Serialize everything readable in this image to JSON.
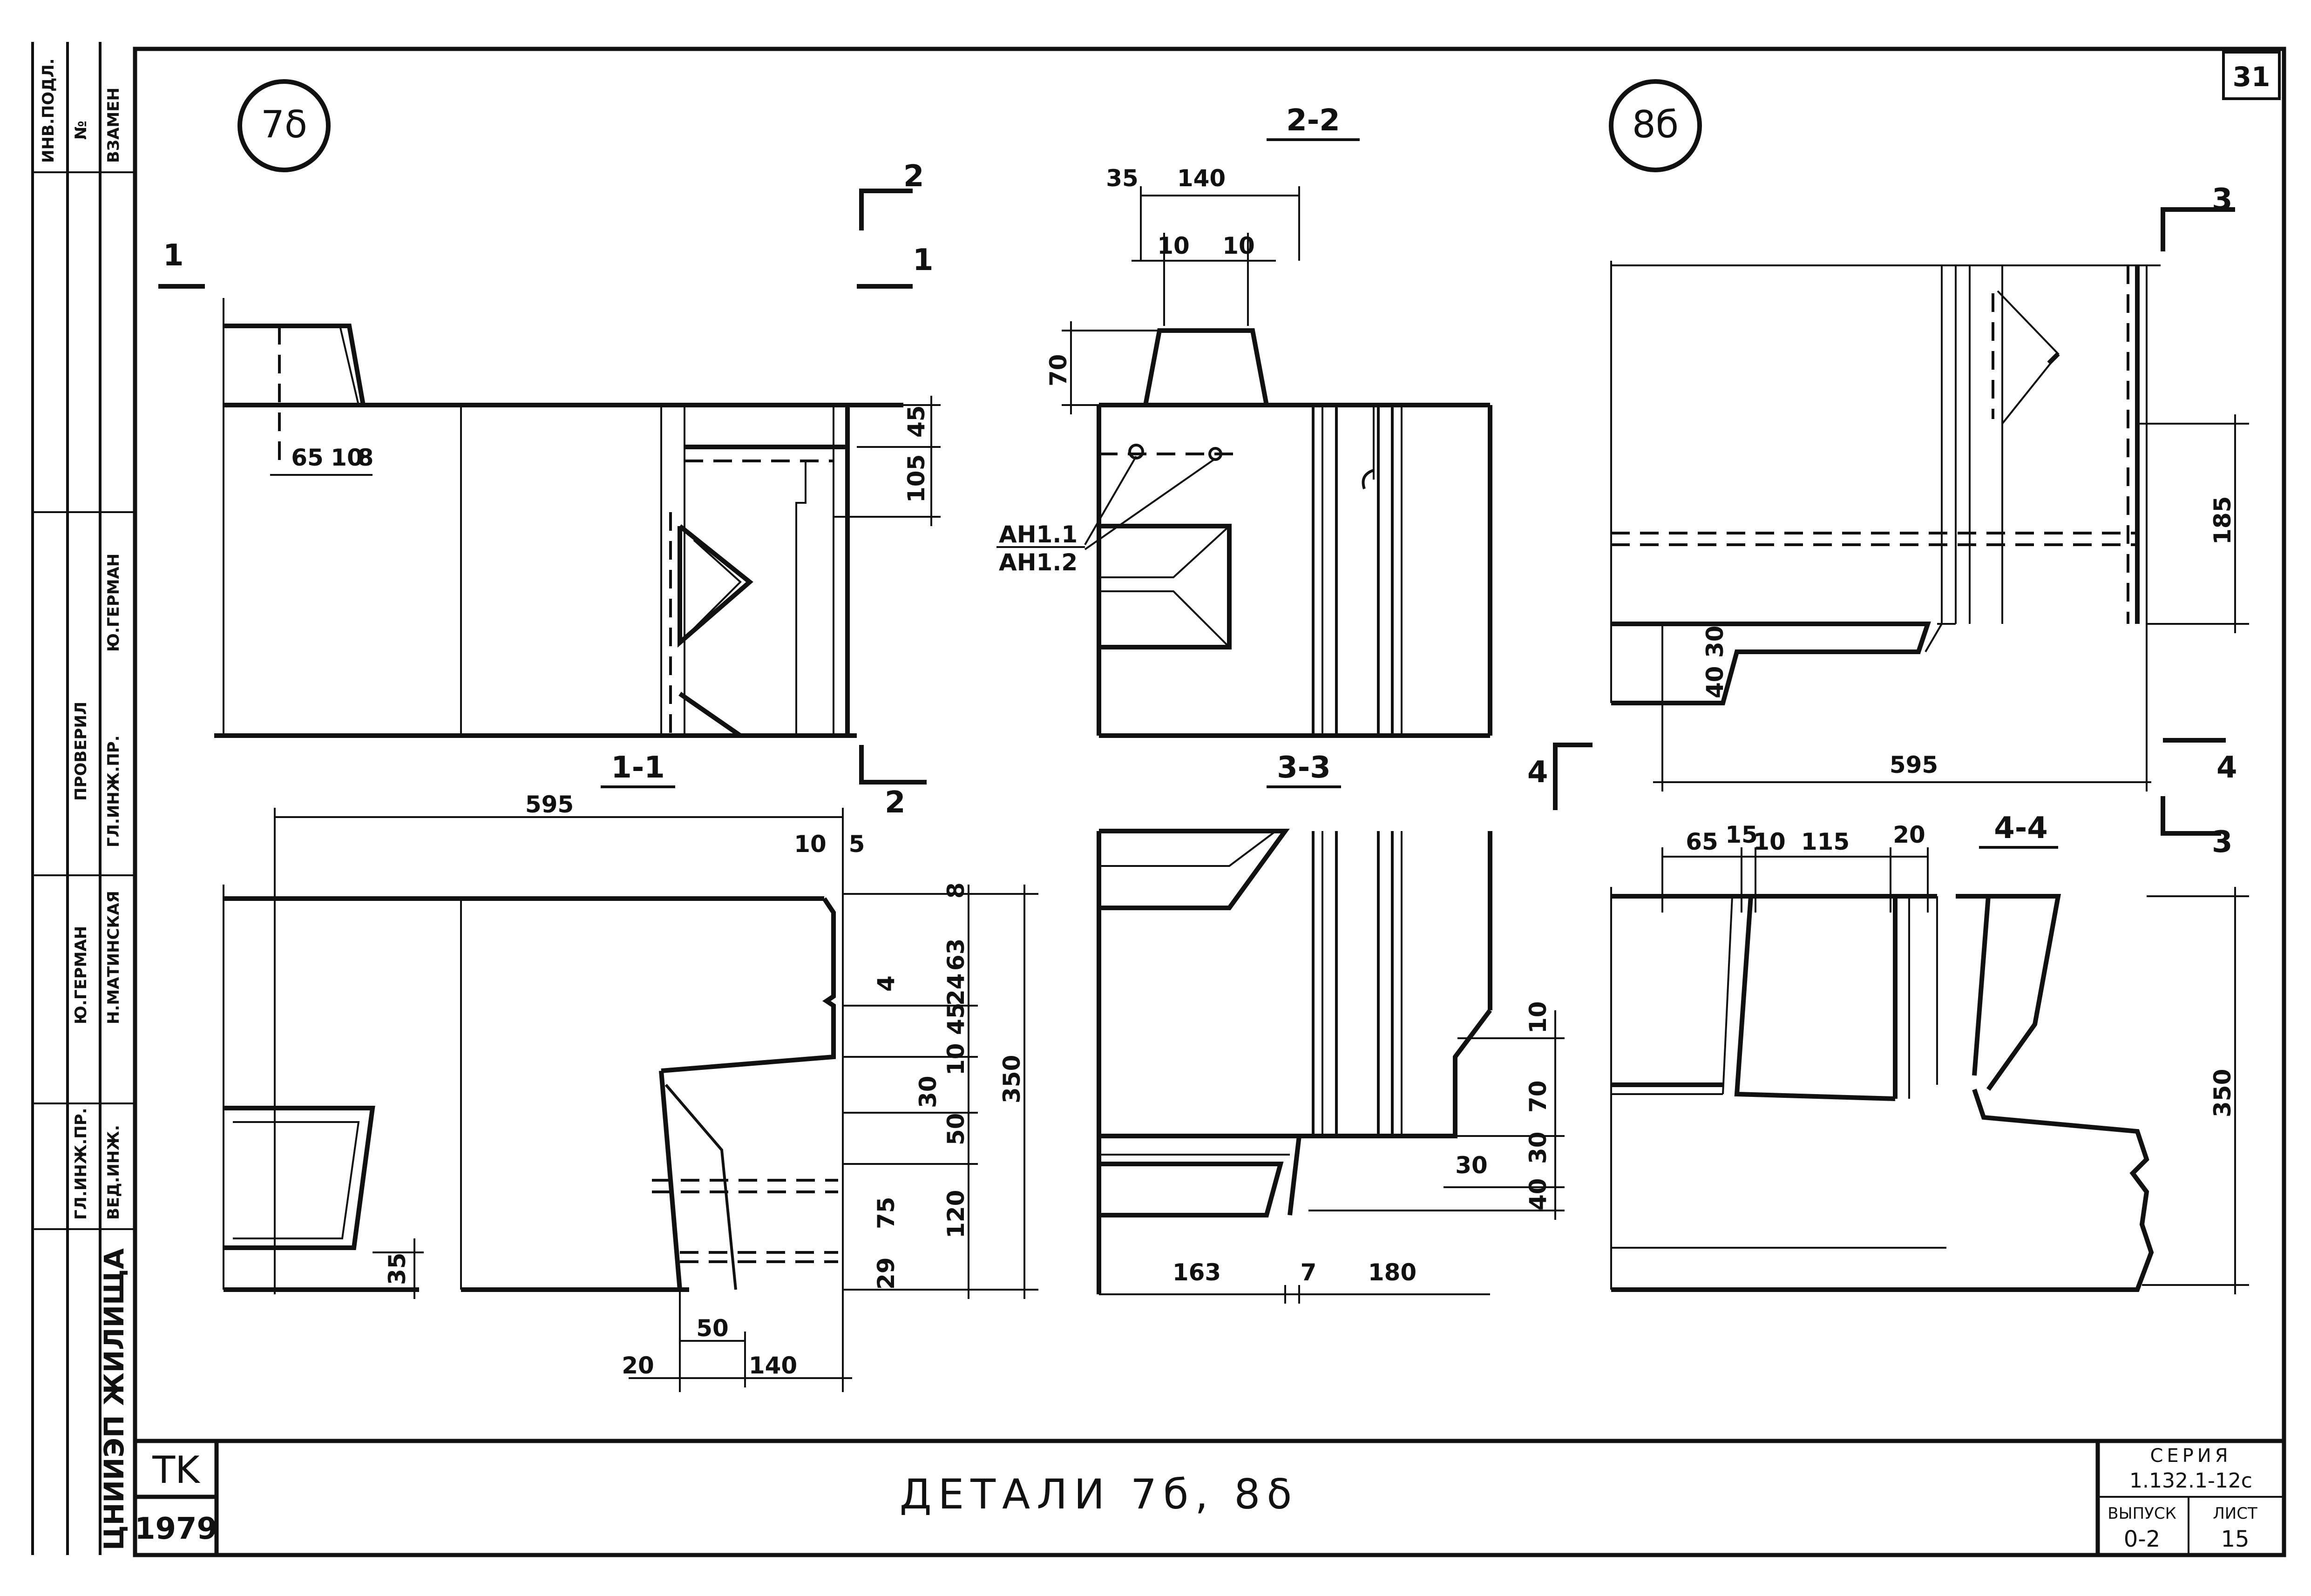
{
  "sheet": {
    "number": "31",
    "title": "ДЕТАЛИ 7б, 8δ",
    "stamp_code": "TK",
    "year": "1979",
    "series_label": "СЕРИЯ",
    "series_value": "1.132.1-12с",
    "issue_label": "ВЫПУСК",
    "issue_value": "0-2",
    "list_label": "ЛИСТ",
    "list_value": "15",
    "org": "ЦНИИЭП ЖИЛИЩА"
  },
  "side_block": {
    "top": [
      "ИНВ.ПОДЛ.",
      "№",
      "ВЗАМЕН"
    ],
    "checked": "ПРОВЕРИЛ",
    "names": [
      "Ю.ГЕРМАН",
      "Ю.ГЕРМАН",
      "Н.МАТИНСКАЯ"
    ],
    "roles": [
      "ГЛ.ИНЖ.ПР.",
      "ГЛ.ИНЖ.ПР.",
      "ВЕД.ИНЖ."
    ]
  },
  "details": {
    "d7": "7δ",
    "d8": "8б"
  },
  "sections": {
    "s11": "1-1",
    "s22": "2-2",
    "s33": "3-3",
    "s44": "4-4"
  },
  "marks": {
    "m1": "1",
    "m2": "2",
    "m3": "3",
    "m4": "4"
  },
  "anchors": [
    "АН1.1",
    "АН1.2"
  ],
  "dims": {
    "d65": "65",
    "d10": "10",
    "d8": "8",
    "d45": "45",
    "d105": "105",
    "d595a": "595",
    "d10b": "10",
    "d5": "5",
    "d8b": "8",
    "d63": "63",
    "d4": "4",
    "d24": "24",
    "d1045": "10 45",
    "d350": "350",
    "d30": "30",
    "d50": "50",
    "d120": "120",
    "d75": "75",
    "d29": "29",
    "d35": "35",
    "d50b": "50",
    "d20": "20",
    "d140": "140",
    "d35t": "35",
    "d140t": "140",
    "d10l": "10",
    "d10r": "10",
    "d70": "70",
    "d10r3": "10",
    "d70r3": "70",
    "d30r3": "30",
    "d30x": "30",
    "d40r3": "40",
    "d163": "163",
    "d7": "7",
    "d180": "180",
    "d185": "185",
    "d4030": "40 30",
    "d595c": "595",
    "d65b": "65",
    "d15": "15",
    "d10c": "10",
    "d115": "115",
    "d20b": "20",
    "d350b": "350"
  }
}
